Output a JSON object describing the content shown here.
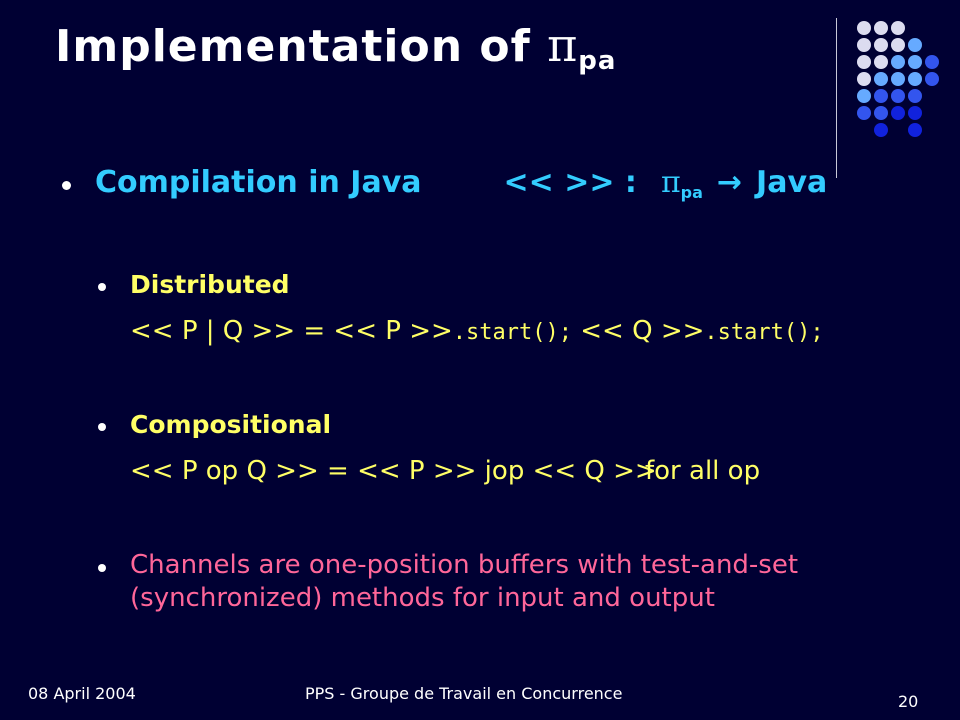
{
  "slide": {
    "title_main": "Implementation of ",
    "title_symbol": "π",
    "title_sub": "pa",
    "bullet1": {
      "label": "Compilation in Java",
      "brackets": "<< >> :",
      "symbol": "π",
      "sub": "pa",
      "arrow": "→",
      "target": "Java"
    },
    "distributed": {
      "heading": "Distributed",
      "lhs": "<< P | Q >> =",
      "p": "<< P >>",
      "code1": ".start();",
      "q": "<< Q >>",
      "code2": ".start();"
    },
    "compositional": {
      "heading": "Compositional",
      "formula": "<< P op Q >> = << P >> jop << Q >>",
      "note": "for all op"
    },
    "channels": {
      "line1": "Channels are one-position buffers with test-and-set",
      "line2": "(synchronized) methods for input and output"
    }
  },
  "footer": {
    "date": "08 April 2004",
    "center": "PPS - Groupe de Travail en Concurrence",
    "page": "20"
  },
  "colors": {
    "background": "#000033",
    "heading_blue": "#33ccff",
    "yellow": "#ffff66",
    "pink": "#ff6699"
  }
}
